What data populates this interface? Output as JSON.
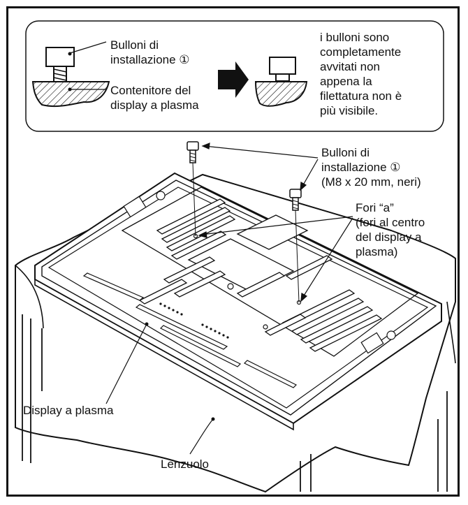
{
  "inset": {
    "bolt_label": [
      "Bulloni di",
      "installazione ①"
    ],
    "housing_label": [
      "Contenitore del",
      "display a plasma"
    ],
    "note": [
      "i bulloni sono",
      "completamente",
      "avvitati non",
      "appena la",
      "filettatura non è",
      "più visibile."
    ]
  },
  "main": {
    "bolts_label": [
      "Bulloni di",
      "installazione ①",
      "(M8 x 20 mm, neri)"
    ],
    "holes_label": [
      "Fori “a”",
      "(fori al centro",
      "del display a",
      "plasma)"
    ],
    "display_label": "Display a plasma",
    "sheet_label": "Lenzuolo"
  },
  "colors": {
    "line": "#111111",
    "fill": "#ffffff",
    "arrow": "#111111"
  }
}
